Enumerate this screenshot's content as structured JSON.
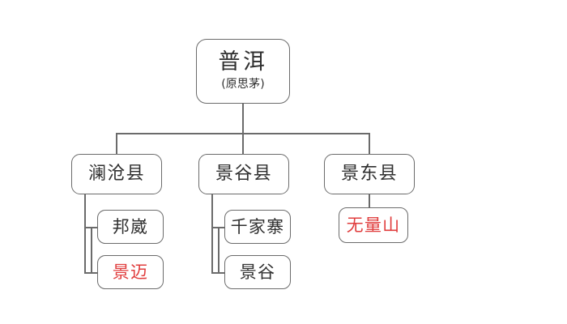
{
  "diagram": {
    "title": "普洱",
    "type": "hierarchy-tree",
    "colors": {
      "accent": "#e03c3c",
      "text": "#2f2f2f",
      "line": "#6b6b6b",
      "background": "#ffffff"
    },
    "root": {
      "label": "普洱",
      "sublabel": "(原思茅)",
      "highlight": false
    },
    "counties": [
      {
        "label": "澜沧县",
        "highlight": false
      },
      {
        "label": "景谷县",
        "highlight": false
      },
      {
        "label": "景东县",
        "highlight": false
      }
    ],
    "leaves": [
      {
        "label": "邦崴",
        "parent": "澜沧县",
        "highlight": false
      },
      {
        "label": "景迈",
        "parent": "澜沧县",
        "highlight": true
      },
      {
        "label": "千家寨",
        "parent": "景谷县",
        "highlight": false
      },
      {
        "label": "景谷",
        "parent": "景谷县",
        "highlight": false
      },
      {
        "label": "无量山",
        "parent": "景东县",
        "highlight": true
      }
    ]
  }
}
